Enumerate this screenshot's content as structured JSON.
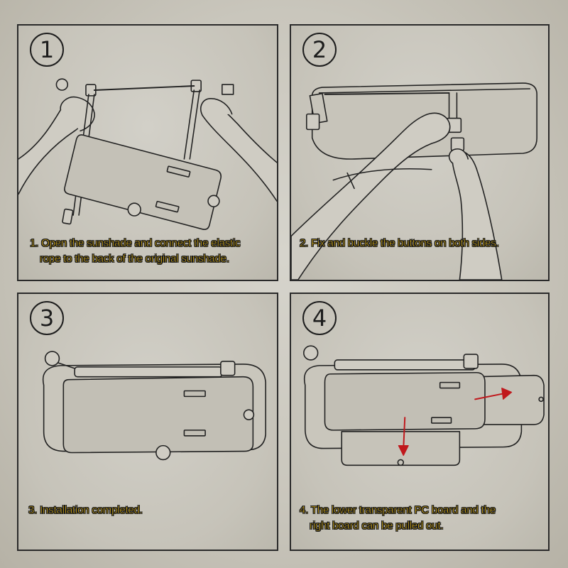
{
  "steps": [
    {
      "number": "1",
      "caption_lines": [
        "1. Open the sunshade and connect the elastic",
        "rope to the back of the original sunshade."
      ]
    },
    {
      "number": "2",
      "caption_lines": [
        "2. Fix and buckle the buttons on both sides."
      ]
    },
    {
      "number": "3",
      "caption_lines": [
        "3. Installation completed."
      ]
    },
    {
      "number": "4",
      "caption_lines": [
        "4. The lower transparent PC board and the",
        "right board can be pulled out."
      ]
    }
  ],
  "colors": {
    "caption": "#f0c018",
    "outline": "#1a1a1a",
    "arrow": "#c0181c"
  },
  "icons": [
    "circled-number",
    "hand",
    "sun-visor",
    "elastic-strap",
    "buckle",
    "pull-arrow"
  ]
}
